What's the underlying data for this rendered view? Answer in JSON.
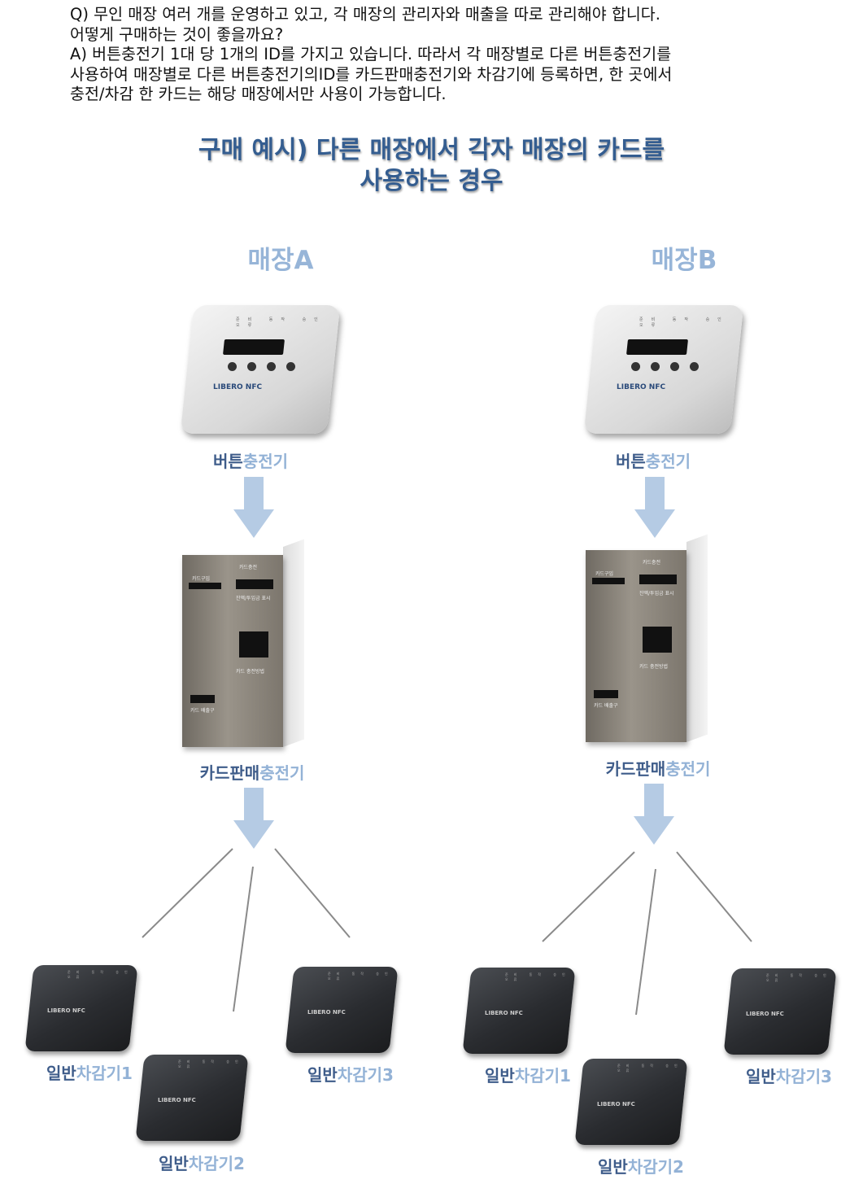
{
  "qa": {
    "q_line1": "Q) 무인 매장 여러 개를 운영하고 있고, 각 매장의 관리자와 매출을 따로 관리해야 합니다.",
    "q_line2": "어떻게 구매하는 것이 좋을까요?",
    "a_line1": "A) 버튼충전기 1대 당 1개의 ID를 가지고 있습니다. 따라서 각 매장별로 다른 버튼충전기를",
    "a_line2": "사용하여 매장별로 다른 버튼충전기의ID를 카드판매충전기와 차감기에 등록하면, 한 곳에서",
    "a_line3": "충전/차감 한 카드는 해당 매장에서만 사용이 가능합니다."
  },
  "title": {
    "line1": "구매 예시) 다른 매장에서 각자 매장의 카드를",
    "line2": "사용하는 경우"
  },
  "stores": [
    {
      "name": "매장A",
      "charger": {
        "dark": "버튼",
        "light": "충전기"
      },
      "vending": {
        "dark": "카드판매",
        "light": "충전기"
      },
      "readers": [
        {
          "dark": "일반",
          "light": "차감기1"
        },
        {
          "dark": "일반",
          "light": "차감기2"
        },
        {
          "dark": "일반",
          "light": "차감기3"
        }
      ]
    },
    {
      "name": "매장B",
      "charger": {
        "dark": "버튼",
        "light": "충전기"
      },
      "vending": {
        "dark": "카드판매",
        "light": "충전기"
      },
      "readers": [
        {
          "dark": "일반",
          "light": "차감기1"
        },
        {
          "dark": "일반",
          "light": "차감기2"
        },
        {
          "dark": "일반",
          "light": "차감기3"
        }
      ]
    }
  ],
  "device_text": {
    "charger_logo": "LIBERO NFC",
    "reader_logo": "LIBERO NFC",
    "charger_leds": "준비 동작 승인 오류",
    "vend_card_buy": "카드구입",
    "vend_card_charge": "카드충전",
    "vend_display": "잔액/투입금 표시",
    "vend_card_eject": "카드 배출구",
    "vend_charge_method": "카드 충전방법"
  },
  "colors": {
    "title": "#345d90",
    "store": "#97b5d8",
    "label_dark": "#3e5c8a",
    "label_light": "#93b2d6",
    "arrow": "#b5cbe4",
    "connector": "#7f7f7f"
  }
}
